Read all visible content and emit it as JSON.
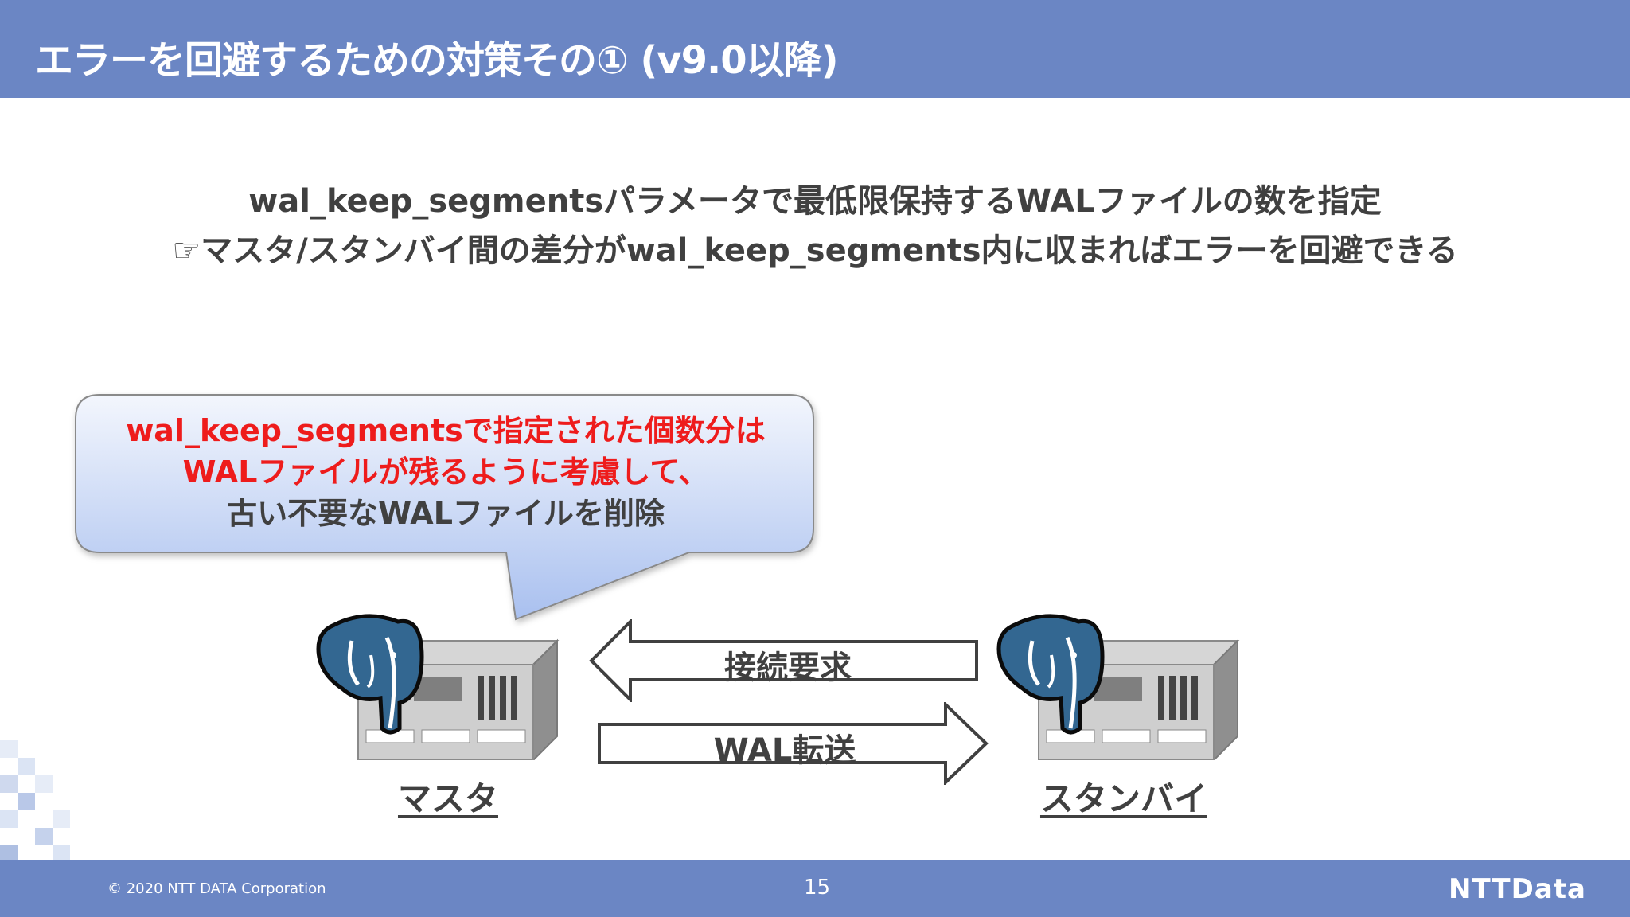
{
  "slide": {
    "title": "エラーを回避するための対策その① (v9.0以降)",
    "intro_line1": "wal_keep_segmentsパラメータで最低限保持するWALファイルの数を指定",
    "intro_line2": "☞マスタ/スタンバイ間の差分がwal_keep_segments内に収まればエラーを回避できる"
  },
  "callout": {
    "line1": "wal_keep_segmentsで指定された個数分は",
    "line2": "WALファイルが残るように考慮して、",
    "line3": "古い不要なWALファイルを削除"
  },
  "diagram": {
    "arrow_top_label": "接続要求",
    "arrow_bottom_label": "WAL転送",
    "master_label": "マスタ",
    "standby_label": "スタンバイ",
    "server_icon": "postgresql-elephant-server-icon"
  },
  "footer": {
    "copyright": "© 2020 NTT DATA Corporation",
    "page_number": "15",
    "brand": "NTTData"
  },
  "colors": {
    "header_bg": "#6b86c4",
    "callout_red": "#ee1c1c",
    "text_dark": "#404040",
    "callout_fill_top": "#f3f6fd",
    "callout_fill_bottom": "#a9c0ef"
  }
}
